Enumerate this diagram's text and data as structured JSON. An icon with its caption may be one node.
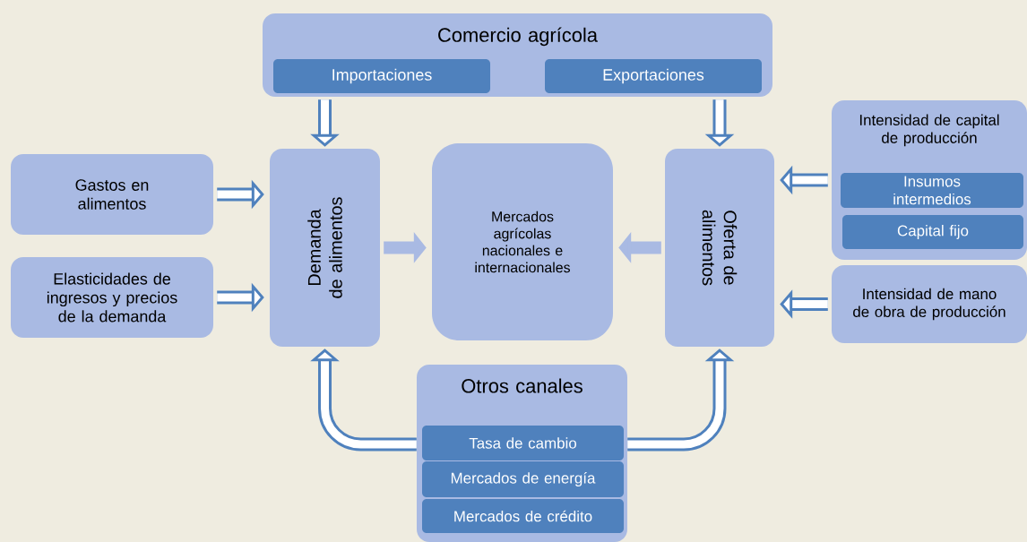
{
  "diagram": {
    "nodes": [
      {
        "text": [
          "Comercio agrícola"
        ]
      },
      {
        "text": [
          "Importaciones"
        ],
        "in": 0
      },
      {
        "text": [
          "Exportaciones"
        ],
        "in": 0
      },
      {
        "text": [
          "Gastos en alimentos"
        ]
      },
      {
        "text": [
          "Elasticidades de ingresos y precios de la demanda"
        ]
      },
      {
        "text": [
          "Demanda de alimentos"
        ]
      },
      {
        "text": [
          "Mercados agrícolas nacionales e internacionales"
        ]
      },
      {
        "text": [
          "Oferta de alimentos"
        ]
      },
      {
        "text": [
          "Intensidad de capital de producción"
        ]
      },
      {
        "text": [
          "Insumos intermedios"
        ],
        "in": 8
      },
      {
        "text": [
          "Capital fijo"
        ],
        "in": 8
      },
      {
        "text": [
          "Intensidad de mano de obra de producción"
        ]
      },
      {
        "text": [
          "Otros canales"
        ]
      },
      {
        "text": [
          "Tasa de cambio"
        ],
        "in": 12
      },
      {
        "text": [
          "Mercados de energía"
        ],
        "in": 12
      },
      {
        "text": [
          "Mercados de crédito"
        ],
        "in": 12
      }
    ],
    "edges": [
      {
        "from": 0,
        "to": 5,
        "arrow": "to"
      },
      {
        "from": 0,
        "to": 7,
        "arrow": "to"
      },
      {
        "from": 3,
        "to": 5,
        "arrow": "to"
      },
      {
        "from": 4,
        "to": 5,
        "arrow": "to"
      },
      {
        "from": 5,
        "to": 6,
        "arrow": "to",
        "color": "#a9bae3"
      },
      {
        "from": 7,
        "to": 6,
        "arrow": "to",
        "color": "#a9bae3"
      },
      {
        "from": 8,
        "to": 7,
        "arrow": "to"
      },
      {
        "from": 11,
        "to": 7,
        "arrow": "to"
      },
      {
        "from": 12,
        "to": 5,
        "arrow": "to"
      },
      {
        "from": 12,
        "to": 7,
        "arrow": "to"
      }
    ]
  }
}
